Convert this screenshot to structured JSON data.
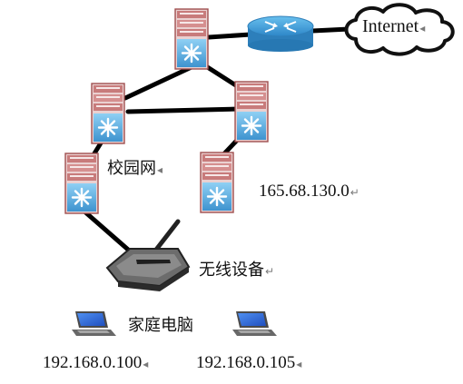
{
  "diagram": {
    "internet_label": "Internet",
    "campus_label": "校园网",
    "subnet_label": "165.68.130.0",
    "wireless_label": "无线设备",
    "pc_label": "家庭电脑",
    "pc1_ip": "192.168.0.100",
    "pc2_ip": "192.168.0.105",
    "line_mark": "↵",
    "small_mark": "◂"
  },
  "colors": {
    "switch_body": "#e6b6b6",
    "switch_face": "#5aa8da",
    "router_body": "#4aa6df",
    "cable": "#000000",
    "laptop_screen": "#2f68d8"
  },
  "icons": {
    "core_switch": "multilayer-switch-icon",
    "router": "router-icon",
    "cloud": "cloud-icon",
    "wireless": "wireless-router-icon",
    "laptop": "laptop-icon"
  }
}
